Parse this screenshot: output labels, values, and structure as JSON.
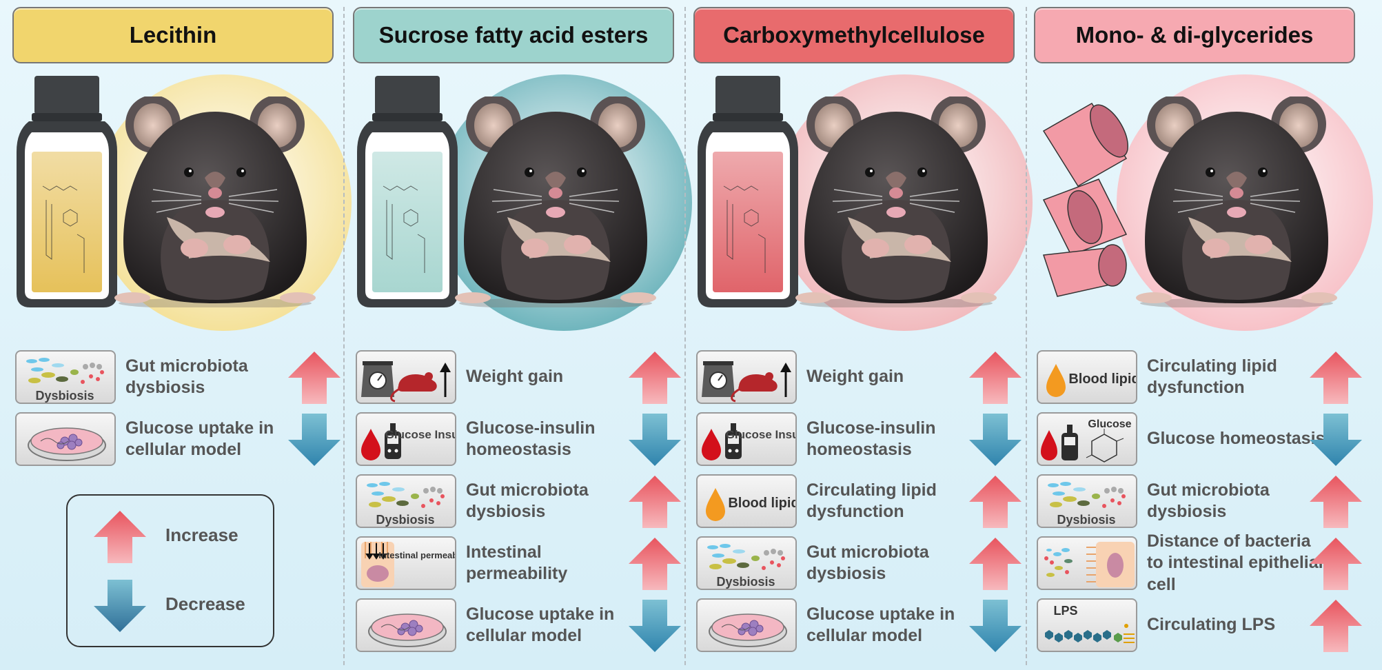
{
  "panels": [
    {
      "title": "Lecithin",
      "header_color": "#f1d56d",
      "halo_color": "#f3dd8b",
      "bottle_liquid": "#e6c15a",
      "rows": [
        {
          "icon": "dysbiosis",
          "icon_label": "Dysbiosis",
          "text": "Gut microbiota dysbiosis",
          "effect": "increase"
        },
        {
          "icon": "petri-dish",
          "icon_label": "",
          "text": "Glucose uptake in cellular model",
          "effect": "decrease"
        }
      ]
    },
    {
      "title": "Sucrose fatty acid esters",
      "header_color": "#9dd3cd",
      "halo_color": "#5aaab3",
      "bottle_liquid": "#a8d6d0",
      "rows": [
        {
          "icon": "scale-mouse",
          "icon_label": "",
          "text": "Weight gain",
          "effect": "increase"
        },
        {
          "icon": "glucose-insulin",
          "icon_label": "Glucose Insulin",
          "text": "Glucose-insulin homeostasis",
          "effect": "decrease"
        },
        {
          "icon": "dysbiosis",
          "icon_label": "Dysbiosis",
          "text": "Gut microbiota dysbiosis",
          "effect": "increase"
        },
        {
          "icon": "permeability",
          "icon_label": "Intestinal permeability",
          "text": "Intestinal permeability",
          "effect": "increase"
        },
        {
          "icon": "petri-dish",
          "icon_label": "",
          "text": "Glucose uptake in cellular model",
          "effect": "decrease"
        }
      ]
    },
    {
      "title": "Carboxymethylcellulose",
      "header_color": "#e86b6d",
      "halo_color": "#efb0b4",
      "bottle_liquid": "#e0646a",
      "rows": [
        {
          "icon": "scale-mouse",
          "icon_label": "",
          "text": "Weight gain",
          "effect": "increase"
        },
        {
          "icon": "glucose-insulin",
          "icon_label": "Glucose Insulin",
          "text": "Glucose-insulin homeostasis",
          "effect": "decrease"
        },
        {
          "icon": "blood-lipid",
          "icon_label": "Blood lipid",
          "text": "Circulating lipid dysfunction",
          "effect": "increase"
        },
        {
          "icon": "dysbiosis",
          "icon_label": "Dysbiosis",
          "text": "Gut microbiota dysbiosis",
          "effect": "increase"
        },
        {
          "icon": "petri-dish",
          "icon_label": "",
          "text": "Glucose uptake in cellular model",
          "effect": "decrease"
        }
      ]
    },
    {
      "title": "Mono- & di-glycerides",
      "header_color": "#f6a9b1",
      "halo_color": "#f6b9c0",
      "bottle_liquid": "#f28f9b",
      "rows": [
        {
          "icon": "blood-lipid",
          "icon_label": "Blood lipid",
          "text": "Circulating lipid dysfunction",
          "effect": "increase"
        },
        {
          "icon": "glucose-meter",
          "icon_label": "Glucose",
          "text": "Glucose homeostasis",
          "effect": "decrease"
        },
        {
          "icon": "dysbiosis",
          "icon_label": "Dysbiosis",
          "text": "Gut microbiota dysbiosis",
          "effect": "increase"
        },
        {
          "icon": "bacteria-distance",
          "icon_label": "",
          "text": "Distance of bacteria to intestinal epithelial cell",
          "effect": "increase"
        },
        {
          "icon": "lps",
          "icon_label": "LPS",
          "text": "Circulating LPS",
          "effect": "increase"
        }
      ]
    }
  ],
  "legend": {
    "increase_label": "Increase",
    "decrease_label": "Decrease"
  },
  "colors": {
    "increase": "#e8545e",
    "decrease": "#2f84ad"
  }
}
